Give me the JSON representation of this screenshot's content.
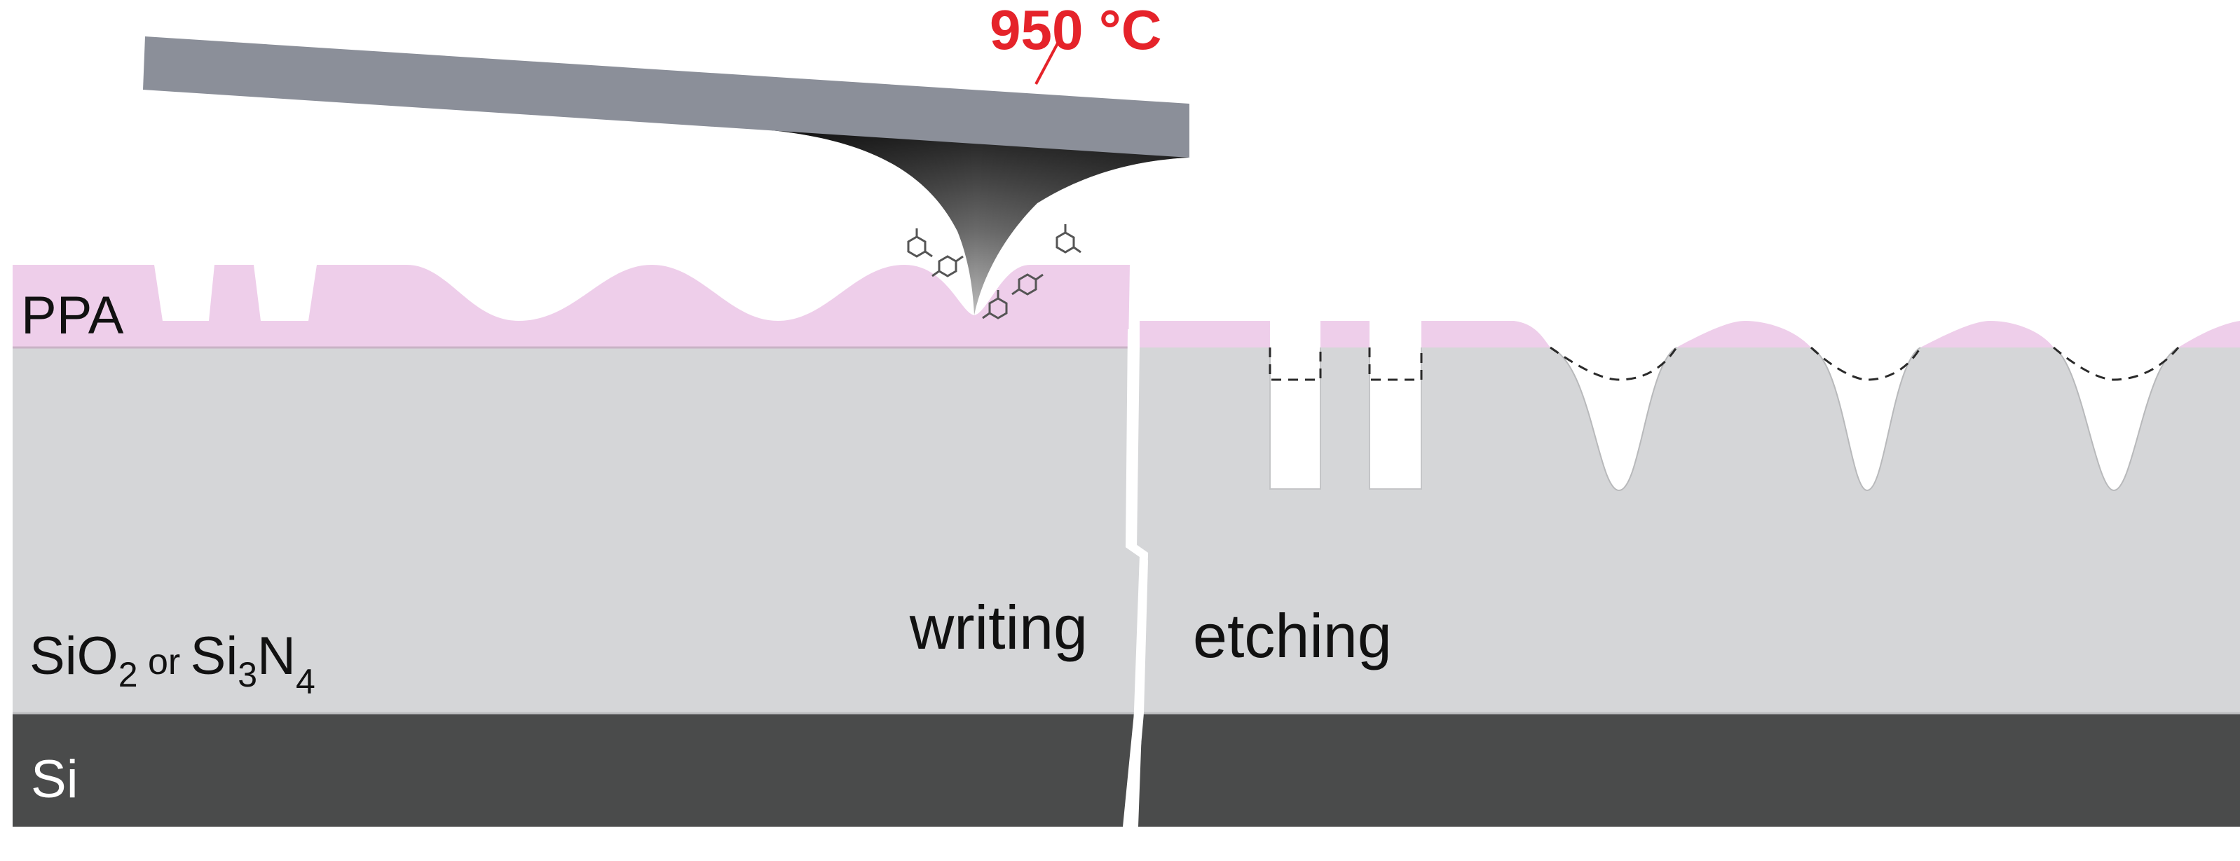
{
  "labels": {
    "temperature": "950 °C",
    "polymer_layer": "PPA",
    "dielectric": {
      "part1": "SiO",
      "sub1": "2",
      "connector": " or ",
      "part2": "Si",
      "sub2": "3",
      "part3": "N",
      "sub3": "4"
    },
    "substrate": "Si",
    "step_left": "writing",
    "step_right": "etching"
  },
  "colors": {
    "ppa": "#eeceea",
    "dielectric": "#d5d6d8",
    "silicon": "#4a4b4b",
    "cantilever": "#8b8f99",
    "temperature": "#e5232a"
  }
}
